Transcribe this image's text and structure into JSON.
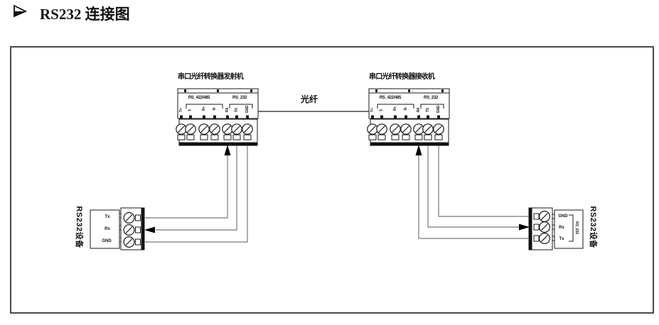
{
  "title": {
    "bullet_icon": "➢",
    "text": "RS232 连接图"
  },
  "diagram": {
    "fiber_label": "光纤",
    "transmitter": {
      "title": "串口光纤转换器发射机",
      "groups": [
        "RS_422/485",
        "RS_232"
      ],
      "pins": [
        "T+",
        "T-",
        "R+",
        "R-",
        "RX",
        "TX",
        "GND"
      ]
    },
    "receiver": {
      "title": "串口光纤转换器接收机",
      "groups": [
        "RS_422/485",
        "RS_232"
      ],
      "pins": [
        "T+",
        "T-",
        "R+",
        "R-",
        "RX",
        "TX",
        "GND"
      ]
    },
    "device_left": {
      "label": "RS232设备",
      "pins": [
        "Tx",
        "Rx",
        "GND"
      ]
    },
    "device_right": {
      "label": "RS232设备",
      "port": "RS_232",
      "pins": [
        "GND",
        "Rx",
        "Tx"
      ]
    }
  }
}
